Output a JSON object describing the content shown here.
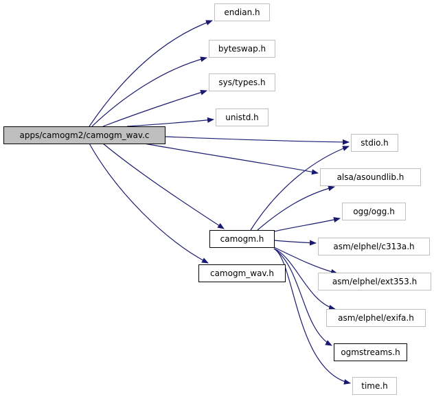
{
  "colors": {
    "edge": "#191970",
    "root_fill": "#bfbfbf",
    "root_border": "#000000",
    "documented_border": "#000000",
    "undocumented_border": "#bfbfbf",
    "background": "#ffffff"
  },
  "graph": {
    "nodes": [
      {
        "id": "root",
        "label": "apps/camogm2/camogm_wav.c",
        "kind": "root"
      },
      {
        "id": "endian",
        "label": "endian.h",
        "kind": "undocumented"
      },
      {
        "id": "byteswap",
        "label": "byteswap.h",
        "kind": "undocumented"
      },
      {
        "id": "systypes",
        "label": "sys/types.h",
        "kind": "undocumented"
      },
      {
        "id": "unistd",
        "label": "unistd.h",
        "kind": "undocumented"
      },
      {
        "id": "stdio",
        "label": "stdio.h",
        "kind": "undocumented"
      },
      {
        "id": "alsa",
        "label": "alsa/asoundlib.h",
        "kind": "undocumented"
      },
      {
        "id": "ogg",
        "label": "ogg/ogg.h",
        "kind": "undocumented"
      },
      {
        "id": "camogm",
        "label": "camogm.h",
        "kind": "documented"
      },
      {
        "id": "c313a",
        "label": "asm/elphel/c313a.h",
        "kind": "undocumented"
      },
      {
        "id": "camogmwav",
        "label": "camogm_wav.h",
        "kind": "documented"
      },
      {
        "id": "ext353",
        "label": "asm/elphel/ext353.h",
        "kind": "undocumented"
      },
      {
        "id": "exifa",
        "label": "asm/elphel/exifa.h",
        "kind": "undocumented"
      },
      {
        "id": "ogmstreams",
        "label": "ogmstreams.h",
        "kind": "documented"
      },
      {
        "id": "time",
        "label": "time.h",
        "kind": "undocumented"
      }
    ],
    "edges": [
      {
        "from": "root",
        "to": "endian"
      },
      {
        "from": "root",
        "to": "byteswap"
      },
      {
        "from": "root",
        "to": "systypes"
      },
      {
        "from": "root",
        "to": "unistd"
      },
      {
        "from": "root",
        "to": "stdio"
      },
      {
        "from": "root",
        "to": "alsa"
      },
      {
        "from": "root",
        "to": "camogm"
      },
      {
        "from": "root",
        "to": "camogmwav"
      },
      {
        "from": "camogm",
        "to": "stdio"
      },
      {
        "from": "camogm",
        "to": "alsa"
      },
      {
        "from": "camogm",
        "to": "ogg"
      },
      {
        "from": "camogm",
        "to": "c313a"
      },
      {
        "from": "camogm",
        "to": "ext353"
      },
      {
        "from": "camogm",
        "to": "exifa"
      },
      {
        "from": "camogm",
        "to": "ogmstreams"
      },
      {
        "from": "camogm",
        "to": "time"
      }
    ]
  }
}
